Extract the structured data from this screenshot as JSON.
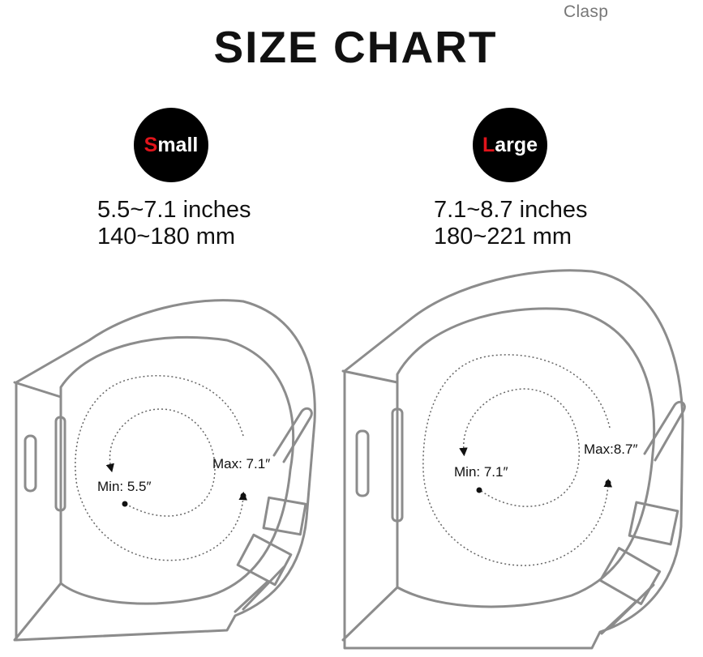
{
  "header": {
    "brand_tag": "Clasp",
    "title": "SIZE CHART"
  },
  "sizes": [
    {
      "badge_initial": "S",
      "badge_rest": "mall",
      "inches": "5.5~7.1 inches",
      "mm": "140~180 mm",
      "min_label": "Min: 5.5″",
      "max_label": "Max: 7.1″"
    },
    {
      "badge_initial": "L",
      "badge_rest": "arge",
      "inches": "7.1~8.7 inches",
      "mm": "180~221 mm",
      "min_label": "Min: 7.1″",
      "max_label": "Max:8.7″"
    }
  ],
  "colors": {
    "badge_bg": "#000000",
    "badge_highlight": "#e0141b",
    "outline": "#8c8c8c",
    "text": "#111111"
  }
}
